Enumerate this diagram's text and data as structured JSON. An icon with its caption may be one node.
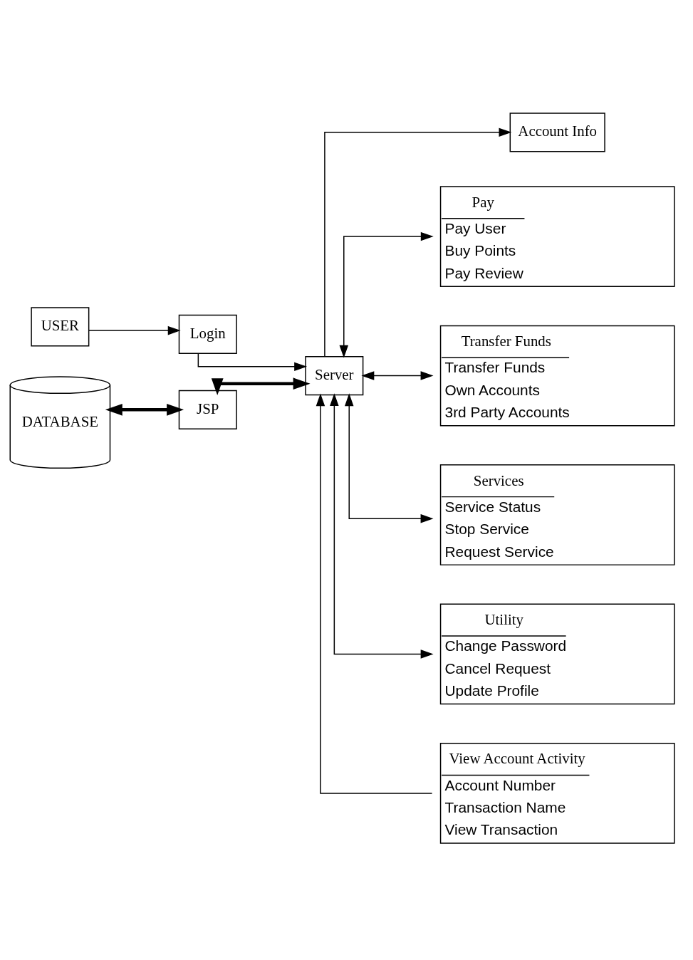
{
  "diagram": {
    "nodes": [
      {
        "text": [
          "USER"
        ]
      },
      {
        "text": [
          "Login"
        ]
      },
      {
        "text": [
          "Account Info"
        ]
      },
      {
        "text": [
          "DATABASE"
        ]
      },
      {
        "text": [
          "JSP"
        ]
      },
      {
        "text": [
          "Server"
        ]
      },
      {
        "text": [
          "Pay",
          "Pay User",
          "Buy Points",
          "Pay Review"
        ]
      },
      {
        "text": [
          "Transfer Funds",
          "Transfer Funds",
          "Own Accounts",
          "3rd Party Accounts"
        ]
      },
      {
        "text": [
          "Services",
          "Service Status",
          "Stop Service",
          "Request Service"
        ]
      },
      {
        "text": [
          "View Account Activity",
          "Account Number",
          "Transaction Name",
          "View Transaction"
        ]
      },
      {
        "text": [
          "Utility",
          "Change Password",
          "Cancel Request",
          "Update Profile"
        ]
      }
    ],
    "edges": [
      {
        "from": 0,
        "to": 1,
        "arrow": "to"
      },
      {
        "from": 1,
        "to": 5,
        "arrow": "to"
      },
      {
        "from": 5,
        "to": 2,
        "arrow": "to"
      },
      {
        "from": 3,
        "to": 4,
        "arrow": "both",
        "style": "thick"
      },
      {
        "from": 4,
        "to": 5,
        "arrow": "both",
        "style": "thick"
      },
      {
        "from": 5,
        "to": 6,
        "arrow": "both"
      },
      {
        "from": 5,
        "to": 7,
        "arrow": "both"
      },
      {
        "from": 5,
        "to": 8,
        "arrow": "both"
      },
      {
        "from": 9,
        "to": 5,
        "arrow": "to"
      },
      {
        "from": 5,
        "to": 10,
        "arrow": "both"
      }
    ]
  }
}
